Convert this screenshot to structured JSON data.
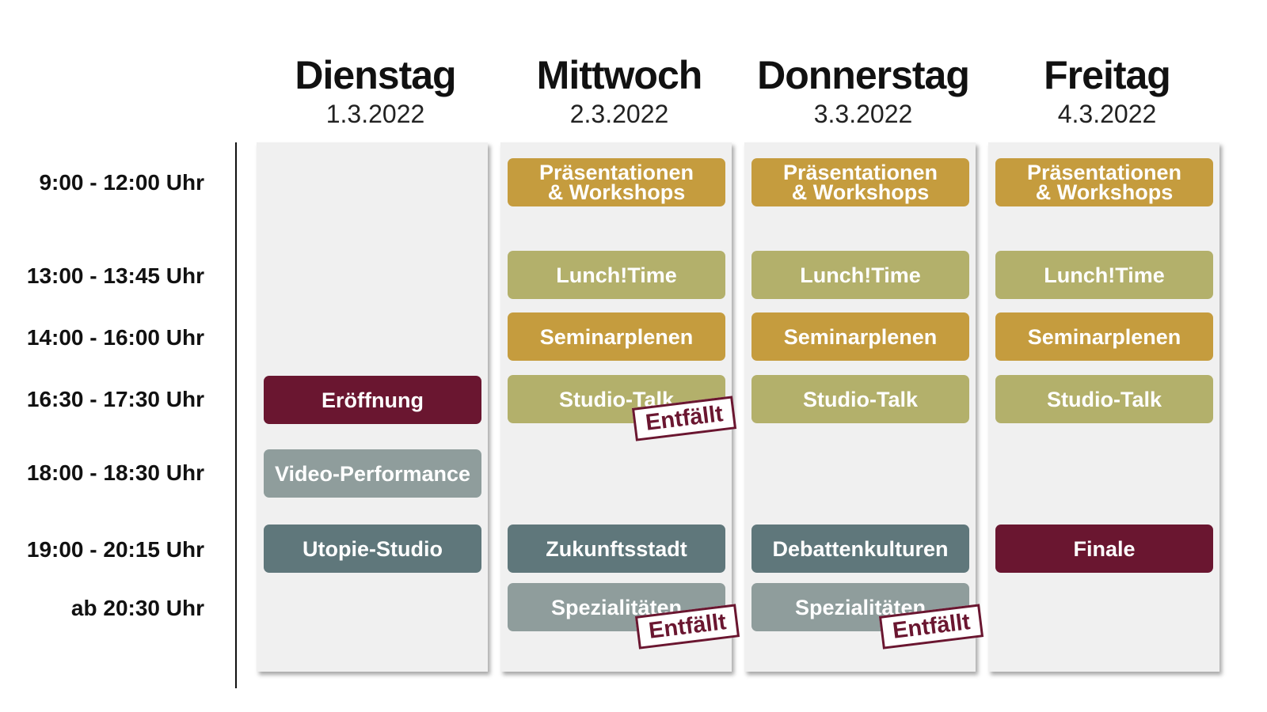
{
  "days": [
    {
      "name": "Dienstag",
      "date": "1.3.2022"
    },
    {
      "name": "Mittwoch",
      "date": "2.3.2022"
    },
    {
      "name": "Donnerstag",
      "date": "3.3.2022"
    },
    {
      "name": "Freitag",
      "date": "4.3.2022"
    }
  ],
  "times": [
    "9:00 - 12:00 Uhr",
    "13:00 - 13:45 Uhr",
    "14:00 - 16:00 Uhr",
    "16:30 - 17:30 Uhr",
    "18:00 - 18:30 Uhr",
    "19:00 - 20:15 Uhr",
    "ab 20:30 Uhr"
  ],
  "events": {
    "dienstag": {
      "eroeffnung": "Eröffnung",
      "video": "Video-Performance",
      "utopie": "Utopie-Studio"
    },
    "mittwoch": {
      "praes_line1": "Präsentationen",
      "praes_line2": "& Workshops",
      "lunch": "Lunch!Time",
      "seminar": "Seminarplenen",
      "studio": "Studio-Talk",
      "zukunft": "Zukunftsstadt",
      "spezial": "Spezialitäten"
    },
    "donnerstag": {
      "praes_line1": "Präsentationen",
      "praes_line2": "& Workshops",
      "lunch": "Lunch!Time",
      "seminar": "Seminarplenen",
      "studio": "Studio-Talk",
      "debatte": "Debattenkulturen",
      "spezial": "Spezialitäten"
    },
    "freitag": {
      "praes_line1": "Präsentationen",
      "praes_line2": "& Workshops",
      "lunch": "Lunch!Time",
      "seminar": "Seminarplenen",
      "studio": "Studio-Talk",
      "finale": "Finale"
    }
  },
  "stamp_label": "Entfällt",
  "colors": {
    "gold": "#c59c3e",
    "olive": "#b3b06b",
    "wine": "#6a1630",
    "light_slate": "#8f9d9c",
    "slate": "#5f777b",
    "column_bg": "#f0f0f0"
  }
}
